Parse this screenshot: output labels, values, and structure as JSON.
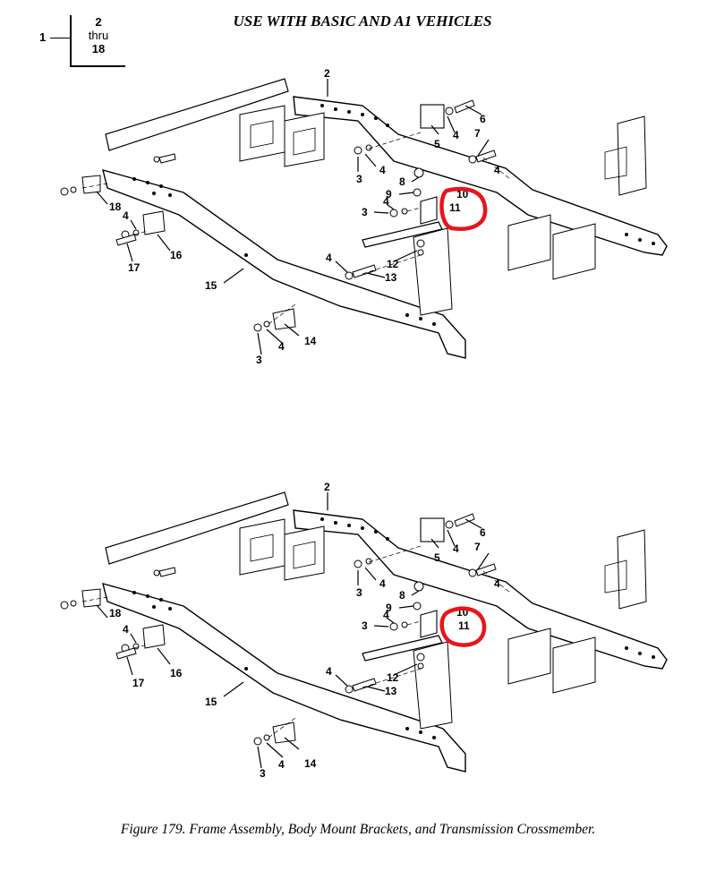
{
  "header": {
    "title": "USE WITH BASIC AND A1 VEHICLES",
    "callout": {
      "lead": "1",
      "line1": "2",
      "line2": "thru",
      "line3": "18"
    }
  },
  "caption": "Figure 179.  Frame Assembly, Body Mount Brackets, and Transmission Crossmember.",
  "callout_labels": [
    "2",
    "3",
    "4",
    "5",
    "6",
    "7",
    "8",
    "9",
    "10",
    "11",
    "12",
    "13",
    "14",
    "15",
    "16",
    "17",
    "18"
  ],
  "highlight": {
    "color": "#e8141c",
    "label": "11"
  }
}
